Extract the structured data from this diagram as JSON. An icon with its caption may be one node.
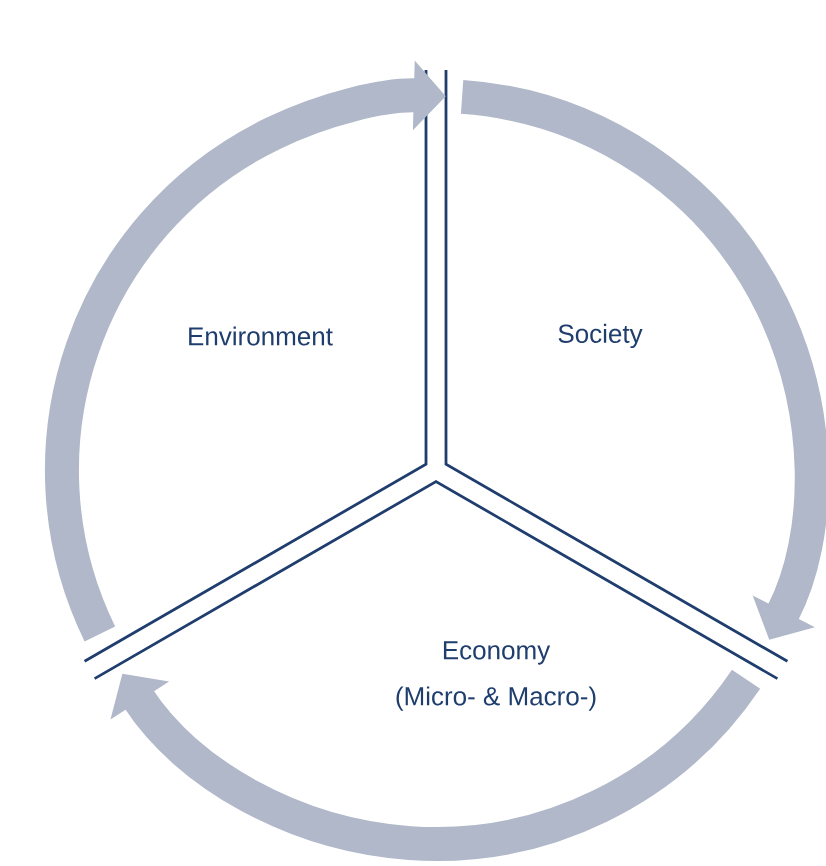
{
  "diagram": {
    "nodes": [
      {
        "text": [
          "Environment"
        ]
      },
      {
        "text": [
          "Society"
        ]
      },
      {
        "text": [
          "Economy",
          "(Micro- & Macro-)"
        ]
      }
    ],
    "edges": [
      {
        "from": 0,
        "to": 1,
        "arrow": "to"
      },
      {
        "from": 1,
        "to": 2,
        "arrow": "to"
      },
      {
        "from": 2,
        "to": 0,
        "arrow": "to"
      }
    ]
  }
}
